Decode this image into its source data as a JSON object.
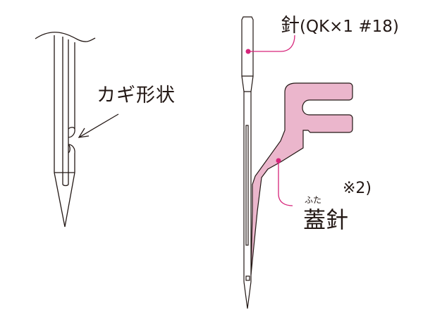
{
  "diagram": {
    "left_figure": {
      "title": "needle-eye-detail",
      "label": "カギ形状"
    },
    "right_figure": {
      "needle_label_kanji": "針",
      "needle_label_spec": "(QK×1 #18)",
      "latch_ruby": "ふた",
      "latch_label": "蓋針",
      "note_marker": "※2)"
    },
    "colors": {
      "line": "#231815",
      "latch_fill": "#ebb6cc",
      "leader": "#d6247a"
    }
  }
}
